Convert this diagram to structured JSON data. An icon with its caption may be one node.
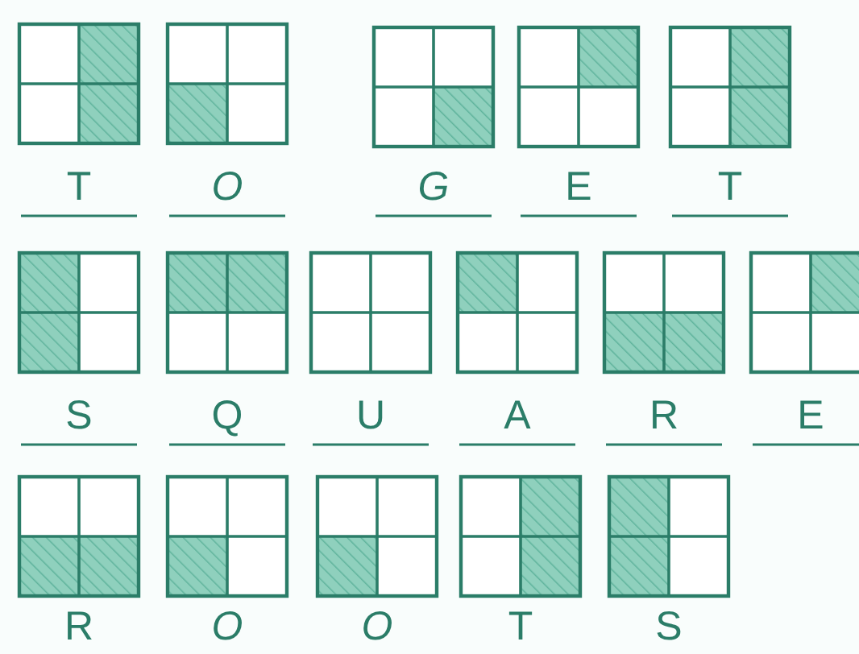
{
  "diagram": {
    "labels": [
      "T",
      "O",
      "G",
      "E",
      "T",
      "S",
      "Q",
      "U",
      "A",
      "R",
      "E",
      "R",
      "O",
      "O",
      "T",
      "S"
    ]
  }
}
